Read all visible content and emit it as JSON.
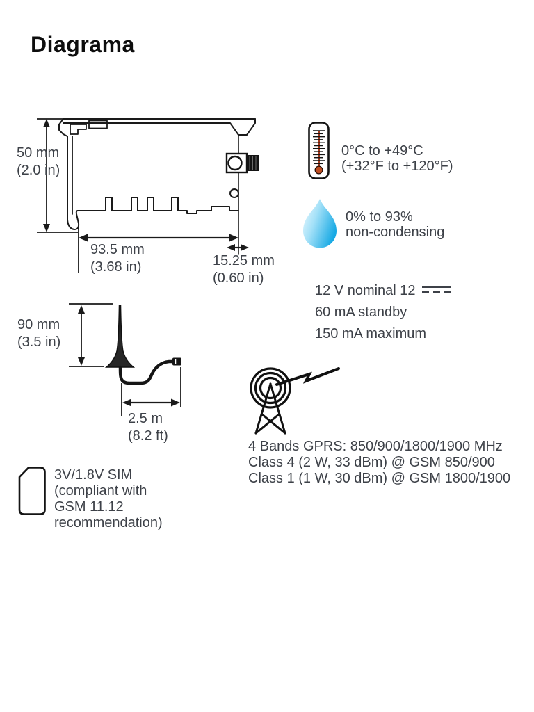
{
  "page": {
    "title": "Diagrama"
  },
  "board": {
    "height_mm": "50 mm",
    "height_in": "(2.0 in)",
    "width_mm": "93.5 mm",
    "width_in": "(3.68 in)",
    "offset_mm": "15.25 mm",
    "offset_in": "(0.60 in)"
  },
  "environment": {
    "temp_line1": "0°C to +49°C",
    "temp_line2": "(+32°F to +120°F)",
    "humidity_line1": "0% to 93%",
    "humidity_line2": "non-condensing"
  },
  "power": {
    "nominal": "12 V nominal 12",
    "standby": "60 mA standby",
    "maximum": "150 mA maximum"
  },
  "antenna": {
    "height_mm": "90 mm",
    "height_in": "(3.5 in)",
    "cable_m": "2.5 m",
    "cable_ft": "(8.2 ft)"
  },
  "radio": {
    "bands": "4 Bands GPRS: 850/900/1800/1900 MHz",
    "class4": "Class 4 (2 W, 33 dBm) @ GSM 850/900",
    "class1": "Class 1 (1 W, 30 dBm) @ GSM 1800/1900"
  },
  "sim": {
    "line1": "3V/1.8V SIM",
    "line2": "(compliant with",
    "line3": "GSM 11.12",
    "line4": "recommendation)"
  },
  "colors": {
    "text": "#3d4148",
    "line": "#1a1a1a",
    "droplet_blue": "#17a9e4",
    "mercury_red": "#b5451f"
  }
}
